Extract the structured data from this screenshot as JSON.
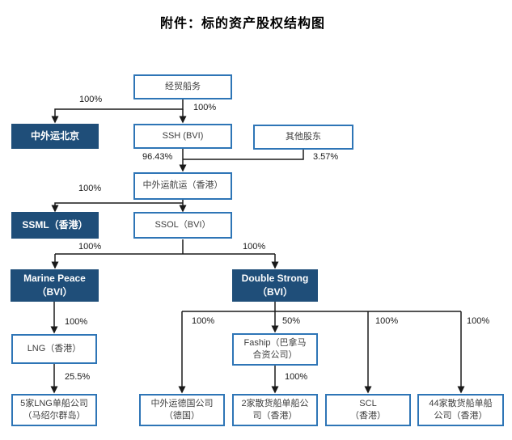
{
  "title": "附件：标的资产股权结构图",
  "colors": {
    "dark_box": "#1F4E79",
    "light_box_border": "#2E75B6",
    "light_box_text": "#404040",
    "connector": "#1A1A1A"
  },
  "nodes": {
    "jingmao": {
      "line1": "经贸船务"
    },
    "beijing": {
      "line1": "中外运北京"
    },
    "ssh": {
      "line1": "SSH (BVI)"
    },
    "qita": {
      "line1": "其他股东"
    },
    "hangyun": {
      "line1": "中外运航运（香港）"
    },
    "ssml": {
      "line1": "SSML（香港）"
    },
    "ssol": {
      "line1": "SSOL（BVI）"
    },
    "marine": {
      "line1": "Marine Peace",
      "line2": "（BVI）"
    },
    "double": {
      "line1": "Double Strong",
      "line2": "（BVI）"
    },
    "lng": {
      "line1": "LNG（香港）"
    },
    "lng5": {
      "line1": "5家LNG单船公司",
      "line2": "（马绍尔群岛）"
    },
    "germany": {
      "line1": "中外运德国公司",
      "line2": "（德国）"
    },
    "faship": {
      "line1": "Faship（巴拿马",
      "line2": "合资公司）"
    },
    "bulk2": {
      "line1": "2家散货船单船公",
      "line2": "司（香港）"
    },
    "scl": {
      "line1": "SCL",
      "line2": "（香港）"
    },
    "bulk44": {
      "line1": "44家散货船单船",
      "line2": "公司（香港）"
    }
  },
  "edges": [
    {
      "from": "经贸船务",
      "to": "中外运北京",
      "percent": "100%"
    },
    {
      "from": "经贸船务",
      "to": "SSH (BVI)",
      "percent": "100%"
    },
    {
      "from": "SSH (BVI)",
      "to": "中外运航运（香港）",
      "percent": "96.43%"
    },
    {
      "from": "其他股东",
      "to": "中外运航运（香港）",
      "percent": "3.57%"
    },
    {
      "from": "中外运航运（香港）",
      "to": "SSML（香港）",
      "percent": "100%"
    },
    {
      "from": "SSOL（BVI）",
      "to": "Marine Peace（BVI）",
      "percent": "100%"
    },
    {
      "from": "SSOL（BVI）",
      "to": "Double Strong（BVI）",
      "percent": "100%"
    },
    {
      "from": "Marine Peace（BVI）",
      "to": "LNG（香港）",
      "percent": "100%"
    },
    {
      "from": "LNG（香港）",
      "to": "5家LNG单船公司（马绍尔群岛）",
      "percent": "25.5%"
    },
    {
      "from": "Double Strong（BVI）",
      "to": "中外运德国公司（德国）",
      "percent": "100%"
    },
    {
      "from": "Double Strong（BVI）",
      "to": "Faship（巴拿马合资公司）",
      "percent": "50%"
    },
    {
      "from": "Faship（巴拿马合资公司）",
      "to": "2家散货船单船公司（香港）",
      "percent": "100%"
    },
    {
      "from": "Double Strong（BVI）",
      "to": "SCL（香港）",
      "percent": "100%"
    },
    {
      "from": "Double Strong（BVI）",
      "to": "44家散货船单船公司（香港）",
      "percent": "100%"
    },
    {
      "from": "中外运航运（香港）",
      "to": "SSOL（BVI）",
      "percent": ""
    }
  ]
}
